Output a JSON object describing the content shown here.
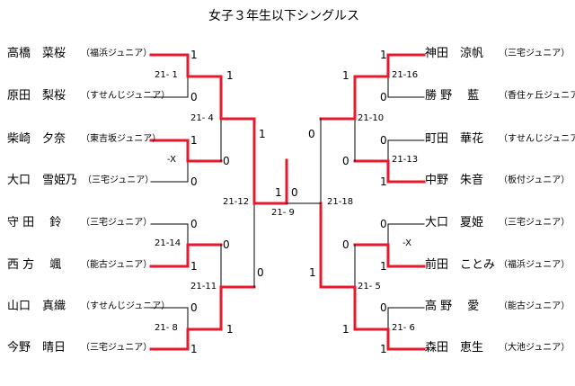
{
  "title": "女子３年生以下シングルス",
  "left_players": [
    {
      "name": "高橋　菜桜",
      "club": "（福浜ジュニア）"
    },
    {
      "name": "原田　梨桜",
      "club": "（すせんじジュニア）"
    },
    {
      "name": "柴崎　夕奈",
      "club": "（東吉坂ジュニア）"
    },
    {
      "name": "大口　雪姫乃",
      "club": "（三宅ジュニア）"
    },
    {
      "name": "守 田　 鈴",
      "club": "（三宅ジュニア）"
    },
    {
      "name": "西 方　 颯",
      "club": "（能古ジュニア）"
    },
    {
      "name": "山口　真織",
      "club": "（すせんじジュニア）"
    },
    {
      "name": "今野　晴日",
      "club": "（三宅ジュニア）"
    }
  ],
  "right_players": [
    {
      "name": "神田　涼帆",
      "club": "（三宅ジュニア）"
    },
    {
      "name": "勝 野　 藍",
      "club": "（香住ヶ丘ジュニア）"
    },
    {
      "name": "町田　華花",
      "club": "（すせんじジュニア）"
    },
    {
      "name": "中野　朱音",
      "club": "（板付ジュニア）"
    },
    {
      "name": "大口　夏姫",
      "club": "（三宅ジュニア）"
    },
    {
      "name": "前田　ことみ",
      "club": "（福浜ジュニア）"
    },
    {
      "name": "高 野 　愛",
      "club": "（能古ジュニア）"
    },
    {
      "name": "森田　恵生",
      "club": "（大池ジュニア）"
    }
  ],
  "left_r1_results": [
    "1",
    "0",
    "1",
    "0",
    "0",
    "1",
    "0",
    "1"
  ],
  "right_r1_results": [
    "1",
    "0",
    "0",
    "1",
    "0",
    "1",
    "0",
    "1"
  ],
  "left_r1_scores": [
    "21- 1",
    "-X",
    "21-14",
    "21- 8"
  ],
  "right_r1_scores": [
    "21-16",
    "21-13",
    "-X",
    "21- 6"
  ],
  "left_r2_results": [
    "1",
    "0",
    "0",
    "1"
  ],
  "right_r2_results": [
    "1",
    "0",
    "0",
    "1"
  ],
  "left_r2_scores": [
    "21- 4",
    "21-11"
  ],
  "right_r2_scores": [
    "21-10",
    "21- 5"
  ],
  "semi_results": {
    "left_top": "1",
    "left_bottom": "0",
    "right_top": "0",
    "right_bottom": "1"
  },
  "semi_scores": {
    "left": "21-12",
    "right": "21-18"
  },
  "final": {
    "left": "1",
    "right": "0",
    "score": "21- 9"
  },
  "colors": {
    "winner_line": "#e8192c",
    "loser_line": "#000000",
    "text": "#000000",
    "background": "#ffffff"
  }
}
